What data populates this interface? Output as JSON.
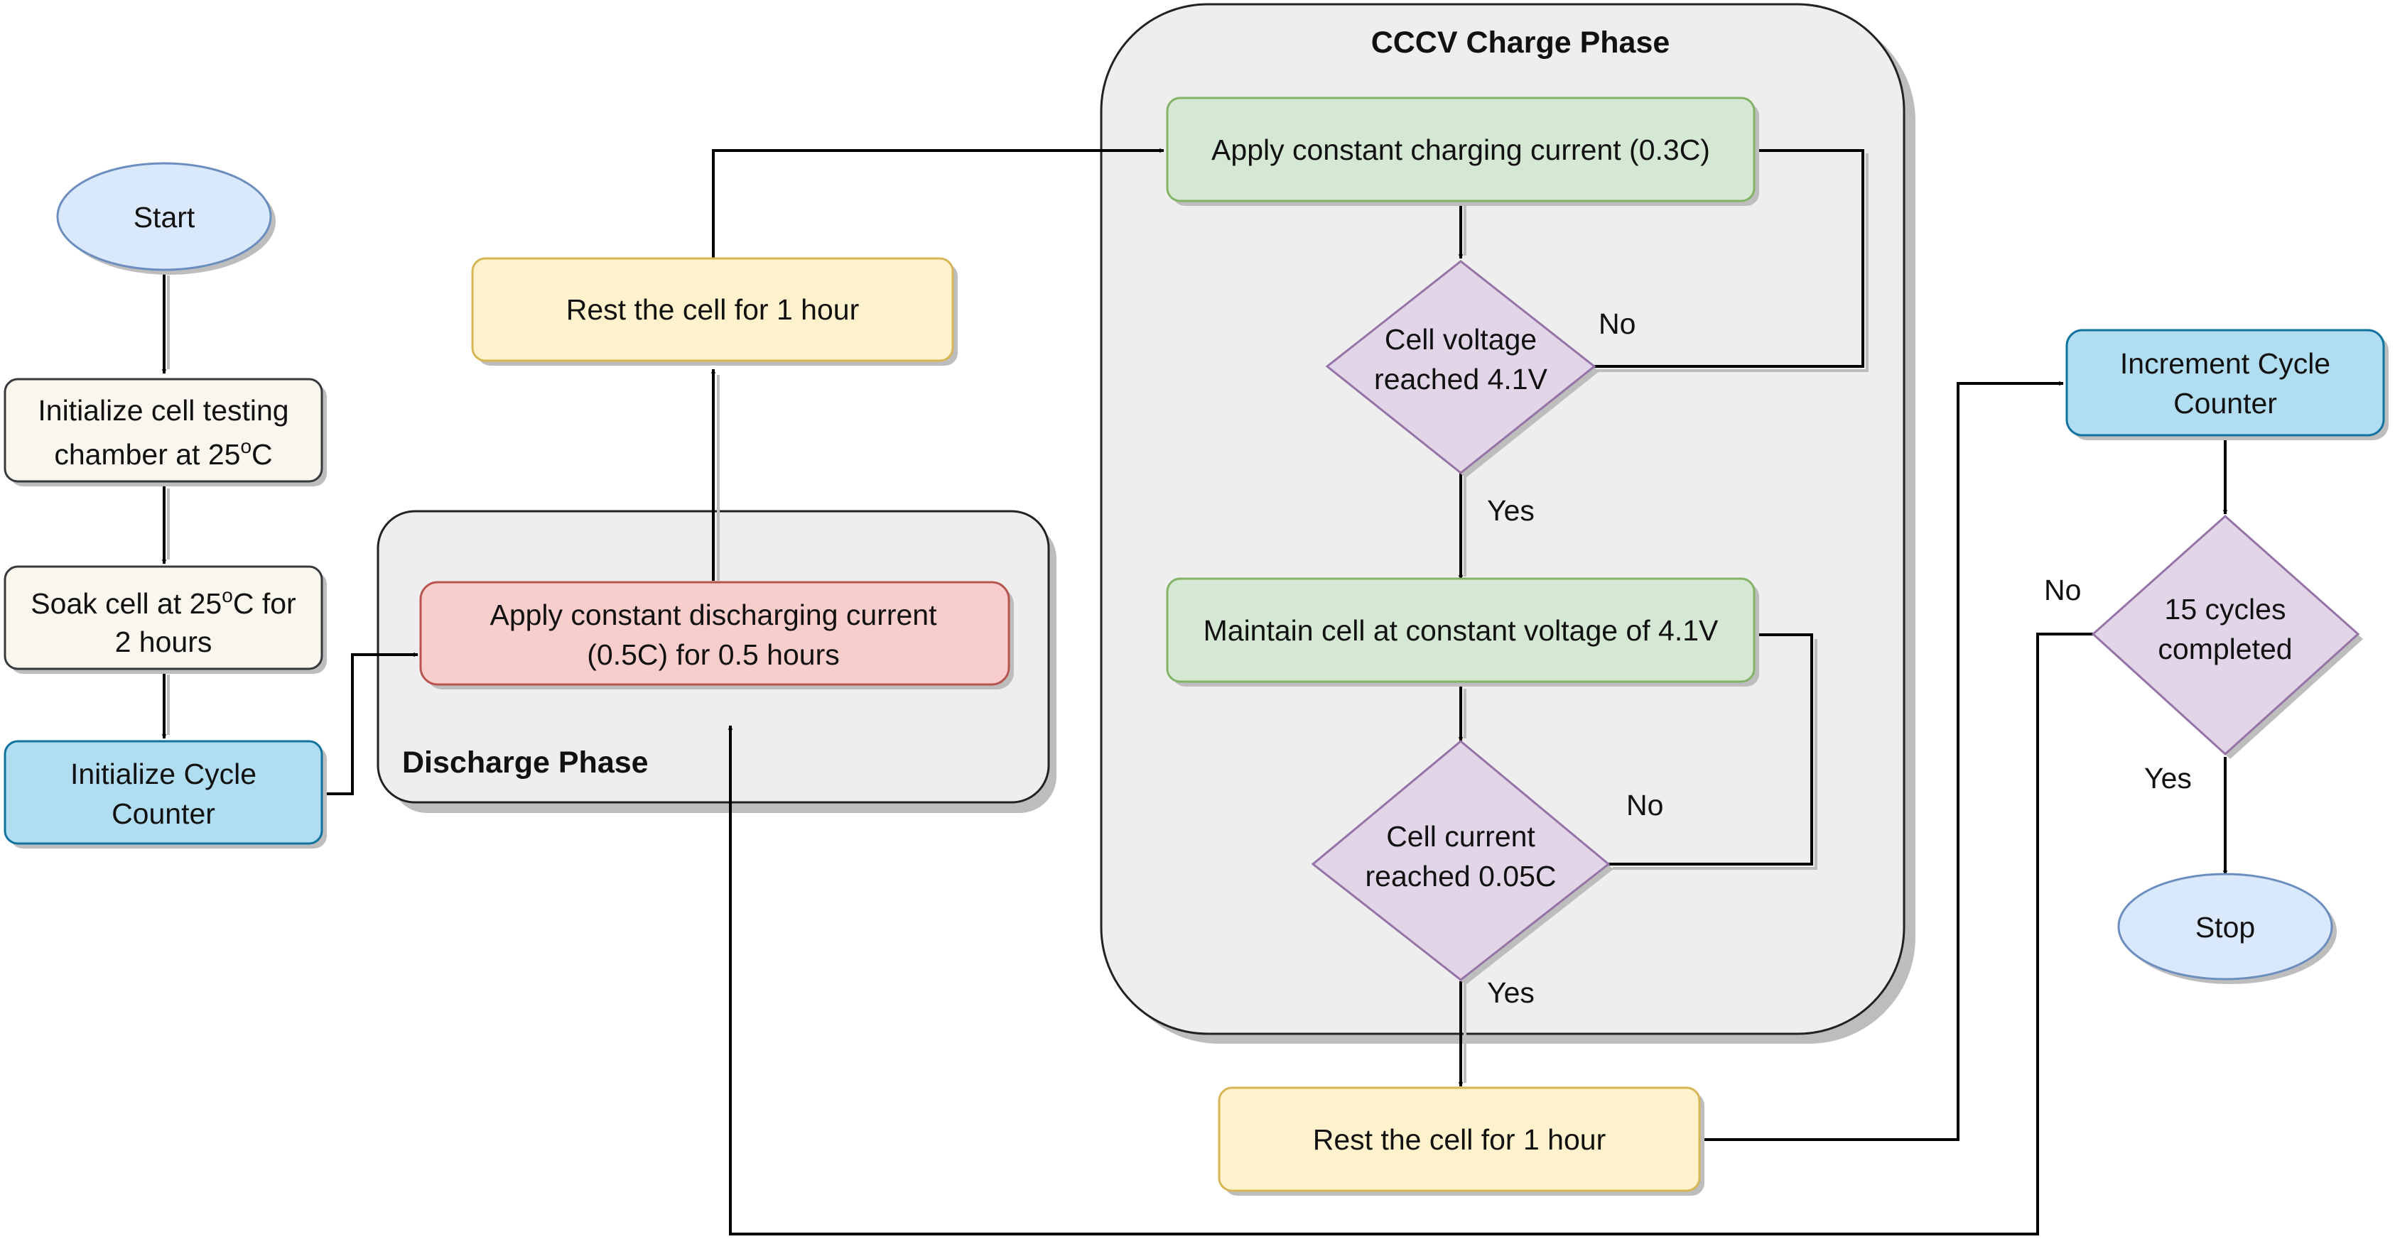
{
  "colors": {
    "group_fill": "#eeeeee",
    "group_stroke": "#222222",
    "ellipse_fill": "#dae8fc",
    "ellipse_stroke": "#6c8ebf",
    "beige_fill": "#f9f7ed",
    "beige_stroke": "#36393d",
    "blue_fill": "#b1ddf0",
    "blue_stroke": "#10739e",
    "red_fill": "#f8cecc",
    "red_stroke": "#b85450",
    "yellow_fill": "#fff2cc",
    "yellow_stroke": "#d6b656",
    "green_fill": "#d5e8d4",
    "green_stroke": "#82b366",
    "purple_fill": "#e1d5e7",
    "purple_stroke": "#9673a6"
  },
  "groups": {
    "discharge": {
      "title": "Discharge Phase"
    },
    "charge": {
      "title": "CCCV Charge Phase"
    }
  },
  "nodes": {
    "start": {
      "text": "Start",
      "icon": "ellipse-shape"
    },
    "init_chamber": {
      "line1": "Initialize cell testing",
      "line2_pre": "chamber at 25",
      "line2_sup": "o",
      "line2_post": "C"
    },
    "soak": {
      "line1_pre": "Soak cell at 25",
      "line1_sup": "o",
      "line1_post": "C for",
      "line2": "2 hours"
    },
    "init_counter": {
      "line1": "Initialize Cycle",
      "line2": "Counter"
    },
    "discharge": {
      "line1": "Apply constant discharging current",
      "line2": "(0.5C) for 0.5 hours"
    },
    "rest1": {
      "text": "Rest the cell for 1 hour"
    },
    "charge_cc": {
      "text": "Apply constant charging current (0.3C)"
    },
    "decision_voltage": {
      "line1": "Cell voltage",
      "line2": "reached 4.1V",
      "icon": "diamond-shape"
    },
    "charge_cv": {
      "text": "Maintain cell at constant voltage of 4.1V"
    },
    "decision_current": {
      "line1": "Cell current",
      "line2": "reached 0.05C",
      "icon": "diamond-shape"
    },
    "rest2": {
      "text": "Rest the cell for 1 hour"
    },
    "increment": {
      "line1": "Increment Cycle",
      "line2": "Counter"
    },
    "decision_cycles": {
      "line1": "15 cycles",
      "line2": "completed",
      "icon": "diamond-shape"
    },
    "stop": {
      "text": "Stop",
      "icon": "ellipse-shape"
    }
  },
  "edge_labels": {
    "voltage_no": "No",
    "voltage_yes": "Yes",
    "current_no": "No",
    "current_yes": "Yes",
    "cycles_no": "No",
    "cycles_yes": "Yes"
  }
}
